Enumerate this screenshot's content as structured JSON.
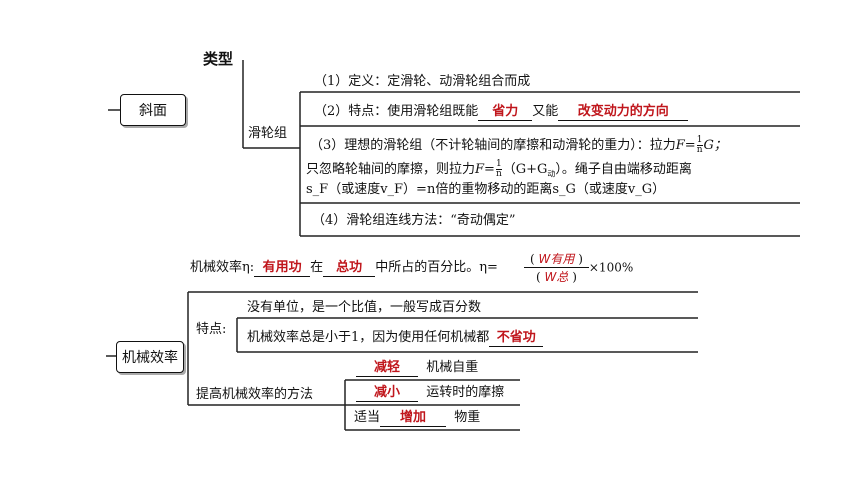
{
  "type_heading": "类型",
  "incline_label": "斜面",
  "pulley_label": "滑轮组",
  "pulley": {
    "item1": "（1）定义：定滑轮、动滑轮组合而成",
    "item2_pre": "（2）特点：使用滑轮组既能",
    "item2_blank1": "省力",
    "item2_mid": "又能",
    "item2_blank2": "改变动力的方向",
    "item3_line1_a": "（3）理想的滑轮组（不计轮轴间的摩擦和动滑轮的重力）：拉力",
    "item3_line1_F": "F=",
    "item3_frac_num": "1",
    "item3_frac_den": "n",
    "item3_line1_b": "G；",
    "item3_line2_a": "只忽略轮轴间的摩擦，则拉力",
    "item3_line2_F": "F=",
    "item3_line2_b": "（G+G",
    "item3_line2_sub": "动",
    "item3_line2_c": "）。绳子自由端移动距离",
    "item3_line3": "s_F（或速度v_F）=n倍的重物移动的距离s_G（或速度v_G）",
    "item4": "（4）滑轮组连线方法：“奇动偶定”"
  },
  "efficiency": {
    "def_pre": "机械效率η:",
    "def_blank1": "有用功",
    "def_mid": "在",
    "def_blank2": "总功",
    "def_post": "中所占的百分比。η=",
    "formula_num": "W有用",
    "formula_den": "W总",
    "formula_tail": "×100%",
    "label": "机械效率",
    "features_label": "特点:",
    "feature1": "没有单位，是一个比值，一般写成百分数",
    "feature2_pre": "机械效率总是小于1，因为使用任何机械都",
    "feature2_blank": "不省功",
    "improve_label": "提高机械效率的方法",
    "method1_blank": "减轻",
    "method1_text": "机械自重",
    "method2_blank": "减小",
    "method2_text": "运转时的摩擦",
    "method3_pre": "适当",
    "method3_blank": "增加",
    "method3_text": "物重"
  }
}
